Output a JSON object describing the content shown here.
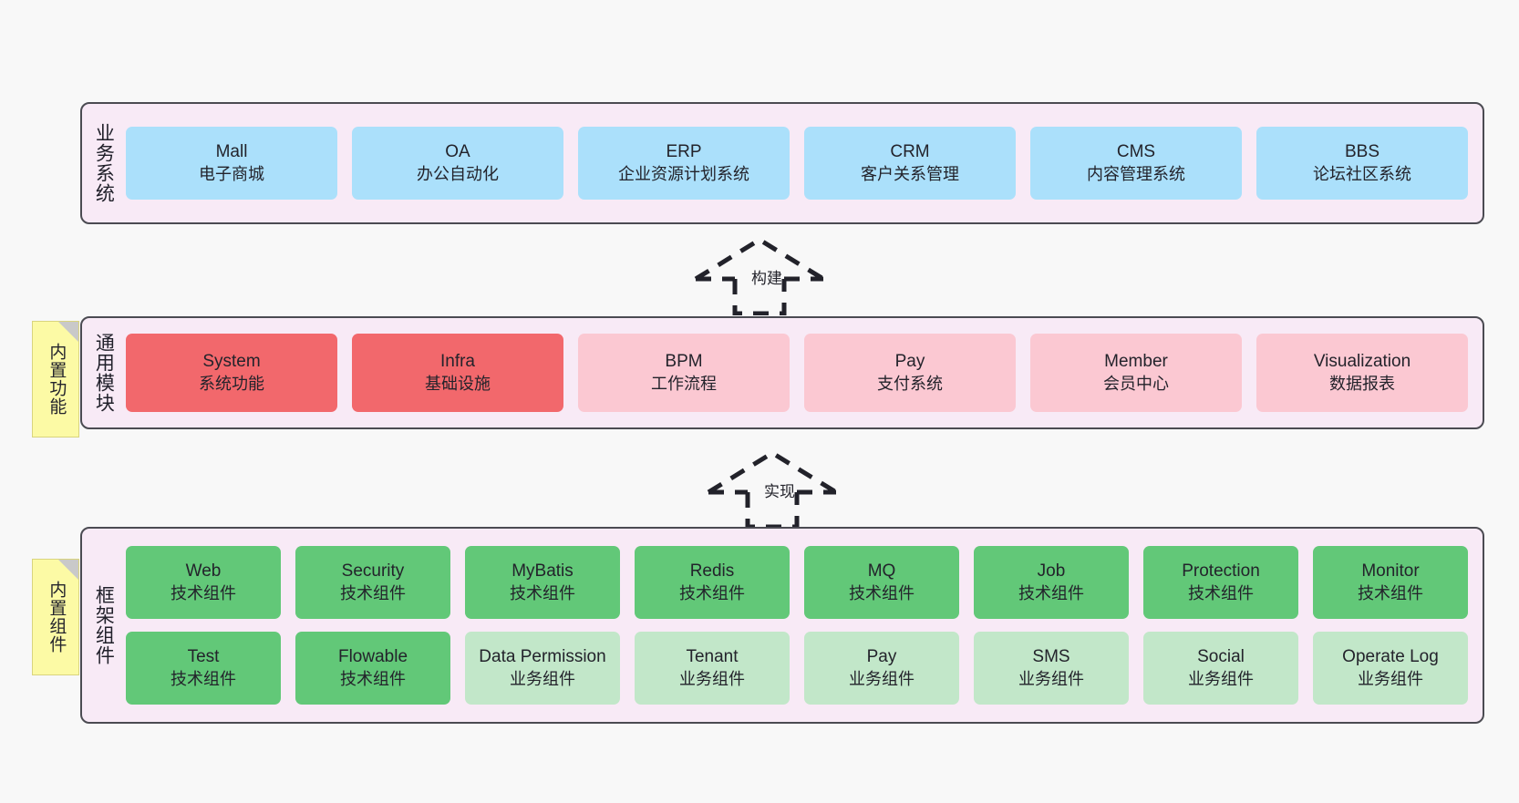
{
  "diagram": {
    "background_color": "#f8f8f8",
    "container_color": "#f8eaf6",
    "container_border_color": "#4b4b52",
    "sticky_color": "#fcfaa5"
  },
  "sections": [
    {
      "id": "business-systems",
      "label": "业务系统",
      "rows": [
        {
          "style": "blue",
          "nodes": [
            {
              "en": "Mall",
              "cn": "电子商城"
            },
            {
              "en": "OA",
              "cn": "办公自动化"
            },
            {
              "en": "ERP",
              "cn": "企业资源计划系统"
            },
            {
              "en": "CRM",
              "cn": "客户关系管理"
            },
            {
              "en": "CMS",
              "cn": "内容管理系统"
            },
            {
              "en": "BBS",
              "cn": "论坛社区系统"
            }
          ]
        }
      ]
    },
    {
      "id": "common-modules",
      "label": "通用模块",
      "sticky": "内置功能",
      "rows": [
        {
          "nodes": [
            {
              "en": "System",
              "cn": "系统功能",
              "style": "red"
            },
            {
              "en": "Infra",
              "cn": "基础设施",
              "style": "red"
            },
            {
              "en": "BPM",
              "cn": "工作流程",
              "style": "pink"
            },
            {
              "en": "Pay",
              "cn": "支付系统",
              "style": "pink"
            },
            {
              "en": "Member",
              "cn": "会员中心",
              "style": "pink"
            },
            {
              "en": "Visualization",
              "cn": "数据报表",
              "style": "pink"
            }
          ]
        }
      ]
    },
    {
      "id": "framework-components",
      "label": "框架组件",
      "sticky": "内置组件",
      "rows": [
        {
          "style": "green",
          "nodes": [
            {
              "en": "Web",
              "cn": "技术组件"
            },
            {
              "en": "Security",
              "cn": "技术组件"
            },
            {
              "en": "MyBatis",
              "cn": "技术组件"
            },
            {
              "en": "Redis",
              "cn": "技术组件"
            },
            {
              "en": "MQ",
              "cn": "技术组件"
            },
            {
              "en": "Job",
              "cn": "技术组件"
            },
            {
              "en": "Protection",
              "cn": "技术组件"
            },
            {
              "en": "Monitor",
              "cn": "技术组件"
            }
          ]
        },
        {
          "nodes": [
            {
              "en": "Test",
              "cn": "技术组件",
              "style": "green"
            },
            {
              "en": "Flowable",
              "cn": "技术组件",
              "style": "green"
            },
            {
              "en": "Data Permission",
              "cn": "业务组件",
              "style": "lgreen"
            },
            {
              "en": "Tenant",
              "cn": "业务组件",
              "style": "lgreen"
            },
            {
              "en": "Pay",
              "cn": "业务组件",
              "style": "lgreen"
            },
            {
              "en": "SMS",
              "cn": "业务组件",
              "style": "lgreen"
            },
            {
              "en": "Social",
              "cn": "业务组件",
              "style": "lgreen"
            },
            {
              "en": "Operate Log",
              "cn": "业务组件",
              "style": "lgreen"
            }
          ]
        }
      ]
    }
  ],
  "connectors": [
    {
      "id": "build-arrow",
      "label": "构建",
      "direction": "up"
    },
    {
      "id": "implement-arrow",
      "label": "实现",
      "direction": "up"
    }
  ]
}
